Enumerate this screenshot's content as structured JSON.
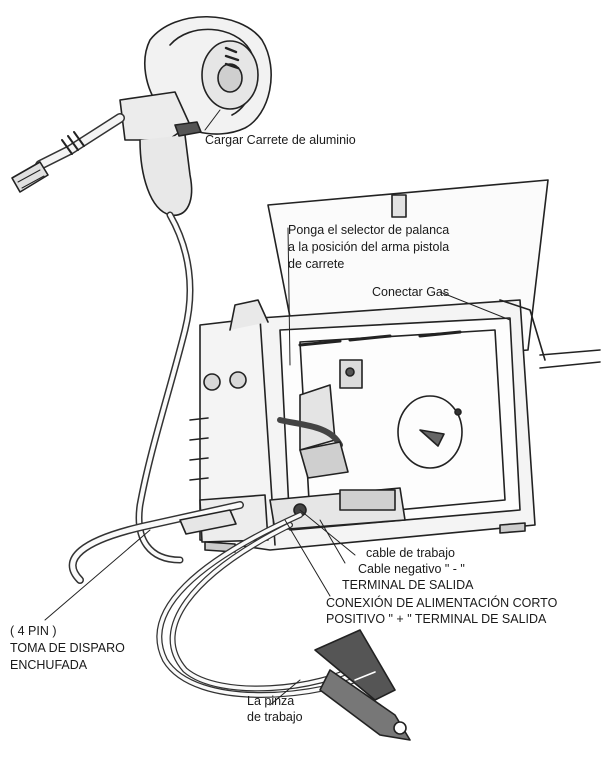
{
  "labels": {
    "spool": "Cargar Carrete de aluminio",
    "selector_1": "Ponga el selector de palanca",
    "selector_2": "a la posición del arma pistola",
    "selector_3": "de carrete",
    "gas": "Conectar Gas",
    "work_1": "cable de trabajo",
    "work_2": "Cable negativo \" - \"",
    "work_3": "TERMINAL DE SALIDA",
    "power_1": "CONEXIÓN DE ALIMENTACIÓN CORTO",
    "power_2": "POSITIVO \" + \" TERMINAL DE SALIDA",
    "pin_1": "( 4 PIN )",
    "pin_2": "TOMA DE DISPARO",
    "pin_3": "ENCHUFADA",
    "clamp_1": "La pinza",
    "clamp_2": "de trabajo"
  }
}
